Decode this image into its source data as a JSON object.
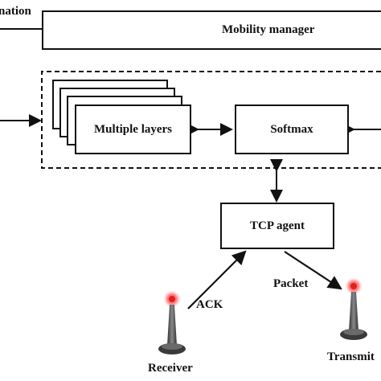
{
  "labels": {
    "information_partial": "nation",
    "mobility_manager": "Mobility manager",
    "multiple_layers": "Multiple layers",
    "softmax": "Softmax",
    "tcp_agent": "TCP agent",
    "ack": "ACK",
    "packet": "Packet",
    "receiver": "Receiver",
    "transmitter_partial": "Transmit"
  },
  "colors": {
    "line": "#111111",
    "antenna_light": "#e02020",
    "antenna_body": "#555555"
  }
}
